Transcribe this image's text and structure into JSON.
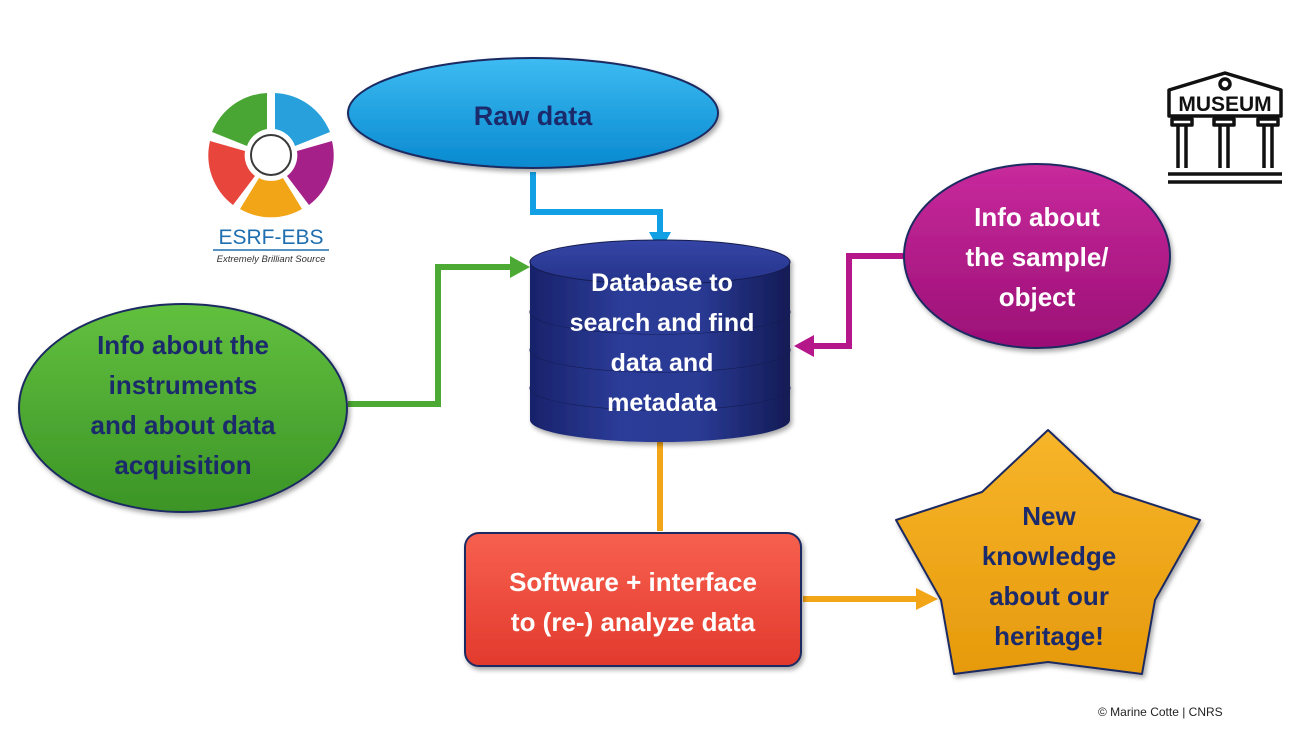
{
  "nodes": {
    "raw_data": {
      "label": "Raw data",
      "color": "#12a0e4"
    },
    "database": {
      "lines": [
        "Database to",
        "search and find",
        "data and",
        "metadata"
      ],
      "color": "#1f2f86"
    },
    "instruments": {
      "lines": [
        "Info about the",
        "instruments",
        "and about data",
        "acquisition"
      ],
      "color": "#4caa34"
    },
    "sample": {
      "lines": [
        "Info about",
        "the sample/",
        "object"
      ],
      "color": "#b5168a"
    },
    "software": {
      "lines": [
        "Software + interface",
        "to (re-) analyze data"
      ],
      "color": "#f0493d"
    },
    "knowledge": {
      "lines": [
        "New",
        "knowledge",
        "about our",
        "heritage!"
      ],
      "color": "#f2a516"
    }
  },
  "logo": {
    "name": "ESRF-EBS",
    "tagline": "Extremely Brilliant Source",
    "colors": [
      "#27a0dc",
      "#a6208a",
      "#f2a516",
      "#e8463c",
      "#4aa634"
    ]
  },
  "museum": {
    "label": "MUSEUM",
    "icon": "museum-icon"
  },
  "arrows": {
    "raw_to_db": "#12a0e4",
    "instruments_to_db": "#4caa34",
    "sample_to_db": "#b5168a",
    "db_to_software": "#f2a516",
    "software_to_knowledge": "#f2a516"
  },
  "credit": "© Marine Cotte | CNRS"
}
